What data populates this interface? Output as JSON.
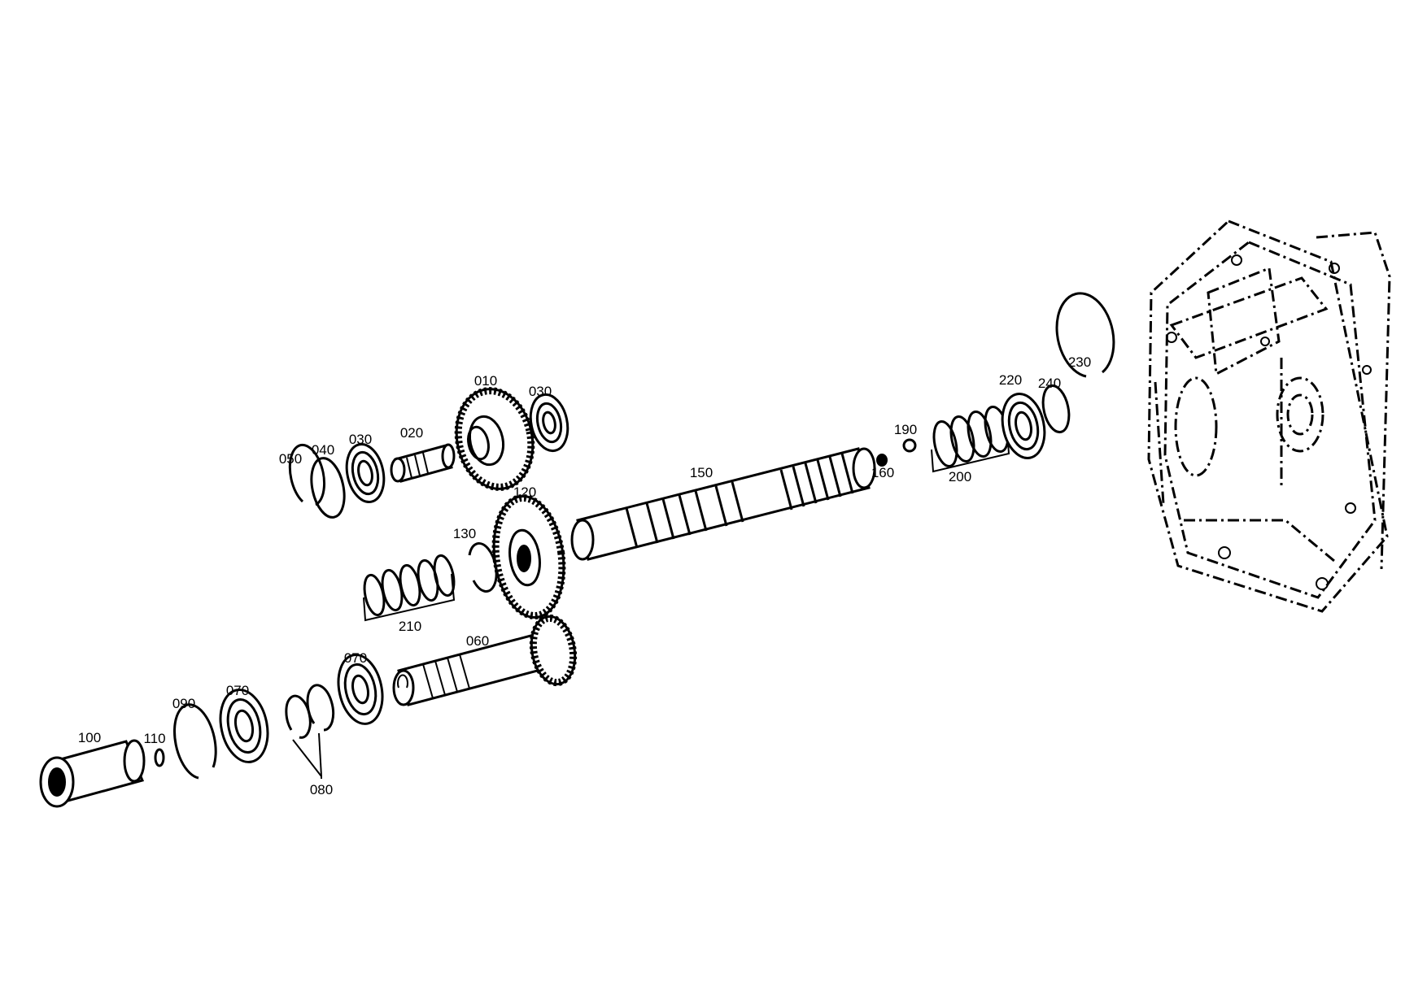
{
  "diagram": {
    "parts": {
      "p010": "010",
      "p020": "020",
      "p030a": "030",
      "p030b": "030",
      "p040": "040",
      "p050": "050",
      "p060": "060",
      "p070a": "070",
      "p070b": "070",
      "p080": "080",
      "p090": "090",
      "p100": "100",
      "p110": "110",
      "p120": "120",
      "p130": "130",
      "p150": "150",
      "p160": "160",
      "p190": "190",
      "p200": "200",
      "p210": "210",
      "p220": "220",
      "p230": "230",
      "p240": "240"
    }
  }
}
